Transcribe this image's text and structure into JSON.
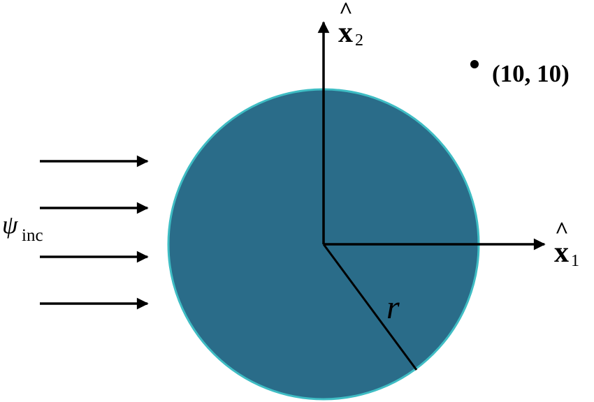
{
  "diagram": {
    "x2_axis": {
      "symbol": "x",
      "hat": "^",
      "subscript": "2"
    },
    "x1_axis": {
      "symbol": "x",
      "hat": "^",
      "subscript": "1"
    },
    "point_label": "(10, 10)",
    "radius_label": "r",
    "incident_wave": {
      "symbol": "ψ",
      "subscript": "inc"
    },
    "colors": {
      "disk_fill": "#2a6c89",
      "disk_stroke": "#3fbdc4",
      "ink": "#000000"
    }
  }
}
